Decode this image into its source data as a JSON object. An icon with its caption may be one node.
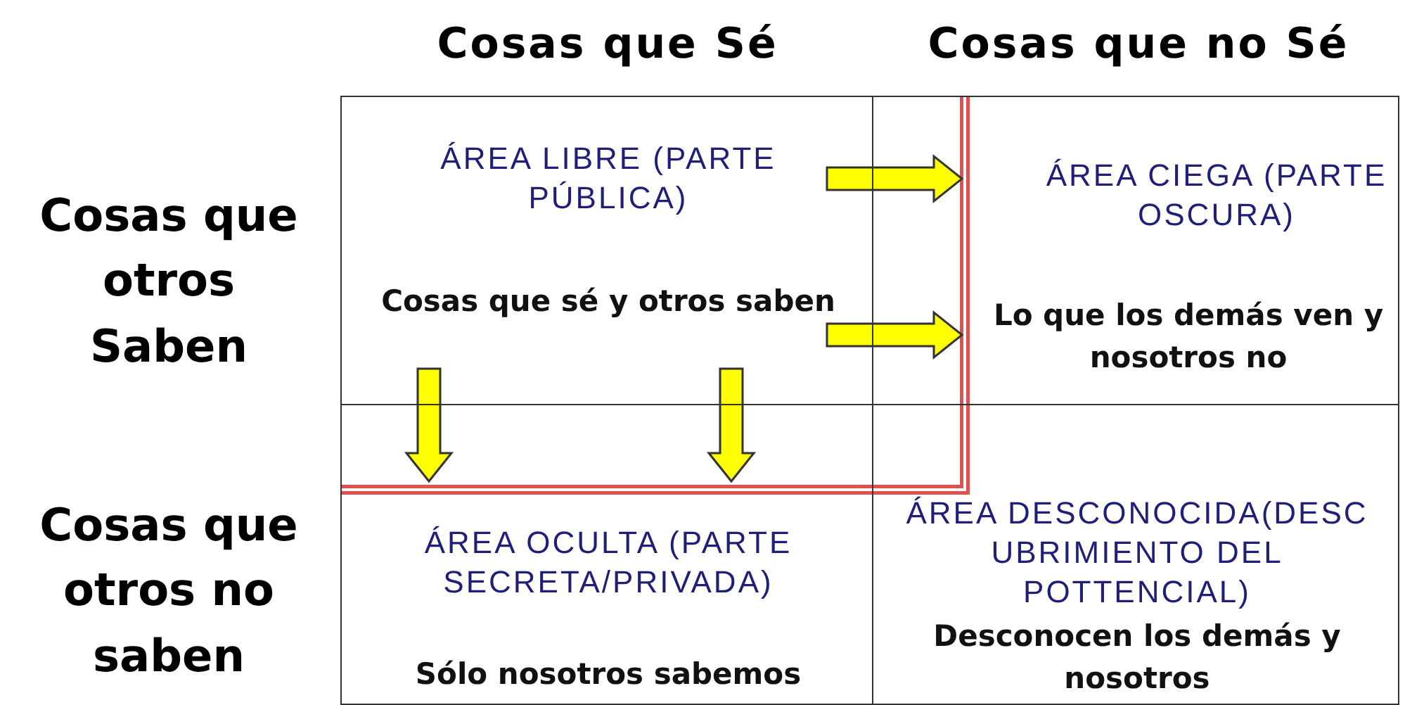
{
  "diagram": {
    "nodes": [
      {
        "text": [
          "ÁREA LIBRE (PARTE PÚBLICA)",
          "Cosas que sé y otros saben"
        ]
      },
      {
        "text": [
          "ÁREA CIEGA (PARTE OSCURA)",
          "Lo que los demás ven y nosotros no"
        ]
      },
      {
        "text": [
          "ÁREA OCULTA (PARTE SECRETA/PRIVADA)",
          "Sólo nosotros sabemos"
        ]
      },
      {
        "text": [
          "ÁREA DESCONOCIDA(DESC UBRIMIENTO DEL POTTENCIAL)",
          "Desconocen los demás y nosotros"
        ]
      }
    ],
    "edges": [
      {
        "from": 0,
        "to": 1,
        "arrow": "to",
        "color": "#ffff00"
      },
      {
        "from": 0,
        "to": 1,
        "arrow": "to",
        "color": "#ffff00"
      },
      {
        "from": 0,
        "to": 2,
        "arrow": "to",
        "color": "#ffff00"
      },
      {
        "from": 0,
        "to": 2,
        "arrow": "to",
        "color": "#ffff00"
      }
    ],
    "labels": [
      "Cosas que Sé",
      "Cosas que no Sé",
      "Cosas que otros Saben",
      "Cosas que otros no saben"
    ]
  }
}
